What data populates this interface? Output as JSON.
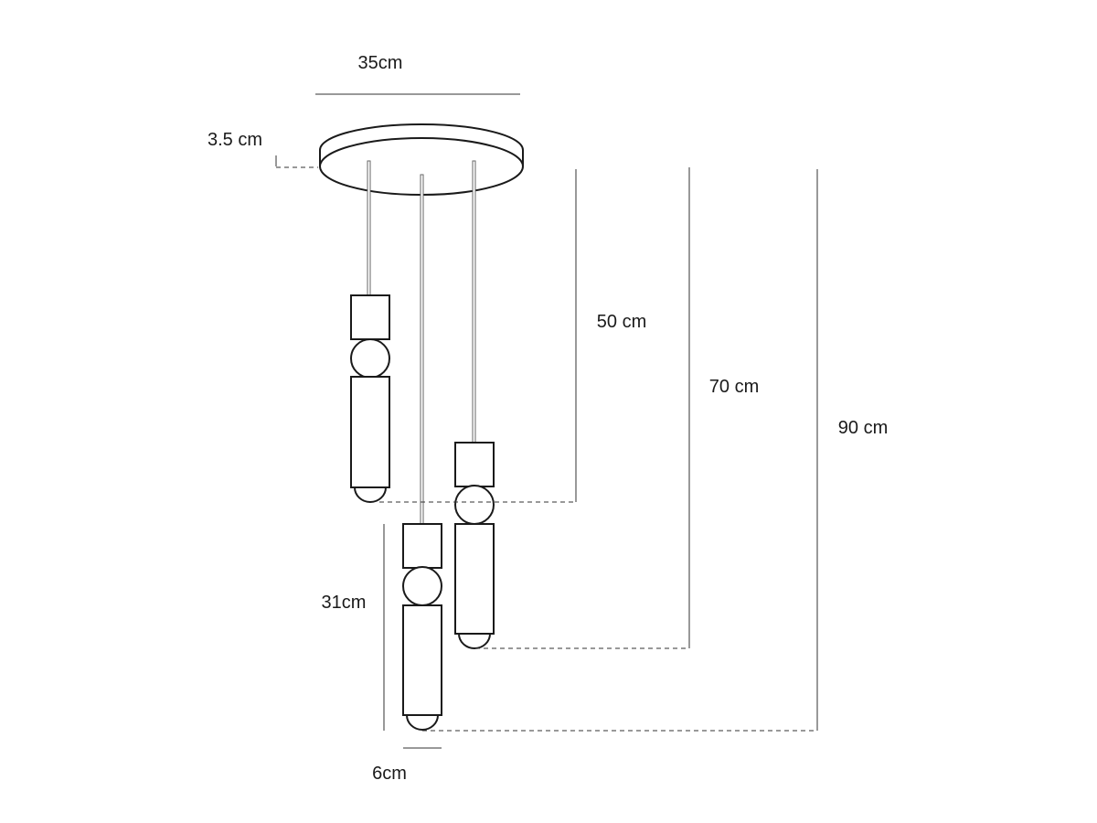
{
  "dimensions": {
    "canopy_diameter": "35cm",
    "canopy_height": "3.5 cm",
    "drop_short": "50 cm",
    "drop_medium": "70 cm",
    "drop_long": "90 cm",
    "pendant_length": "31cm",
    "pendant_width": "6cm"
  },
  "colors": {
    "line": "#1a1a1a",
    "rod": "#666666"
  }
}
